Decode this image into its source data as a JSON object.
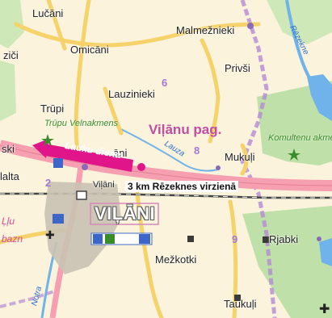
{
  "map": {
    "places": {
      "lucani": "Lučāni",
      "malmeznieki": "Malmežnieki",
      "zici": "ziči",
      "omicani": "Omicāni",
      "privsi": "Privši",
      "lauzinieki": "Lauzinieki",
      "trupi": "Trūpi",
      "mukuji": "Mukuļi",
      "ski": "ski",
      "lalta": "lalta",
      "vilani_small": "Viļāni",
      "vilani_main": "VIĻĀNI",
      "rjabki": "Rjabki",
      "mezkotki": "Mežkotki",
      "taukuli": "Taukuļi",
      "ani": "āni",
      "baz": "bazn",
      "lju": "Ļļu"
    },
    "parish": "Viļānu pag.",
    "pois": {
      "trupu_velnakmens": "Trūpu Velnakmens",
      "komultenu_akmens": "Komultenu akmen"
    },
    "event_label": "Lauku diena",
    "distance_label": "3 km Rēzeknes virzienā",
    "rivers": {
      "rezekne": "Rēzekne",
      "lauza": "Lauza",
      "notra": "Notra"
    },
    "road_numbers": {
      "r6": "6",
      "r8": "8",
      "r9": "9",
      "r2": "2"
    },
    "colors": {
      "land": "#fbf3dc",
      "main_road": "#f59fb0",
      "secondary_road": "#f5d26a",
      "railway": "#444444",
      "water": "#6fb3ea",
      "forest": "#bfe0a8",
      "parish_border": "#b48ad6",
      "event_arrow": "#e0158a",
      "town": "#c9c2b3"
    }
  }
}
